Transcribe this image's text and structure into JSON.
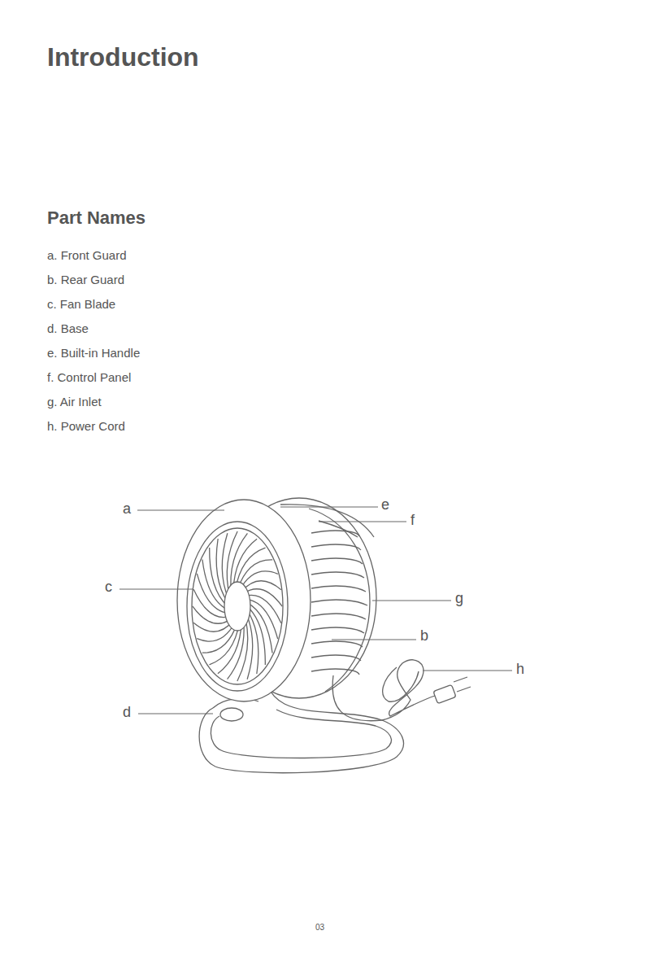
{
  "diagram": {
    "title": "Introduction",
    "labels": [
      "Part Names",
      "a. Front Guard",
      "b. Rear Guard",
      "c. Fan Blade",
      "d. Base",
      "e. Built-in Handle",
      "f. Control Panel",
      "g. Air Inlet",
      "h. Power Cord",
      "a",
      "e",
      "f",
      "c",
      "g",
      "b",
      "h",
      "d",
      "03"
    ]
  }
}
